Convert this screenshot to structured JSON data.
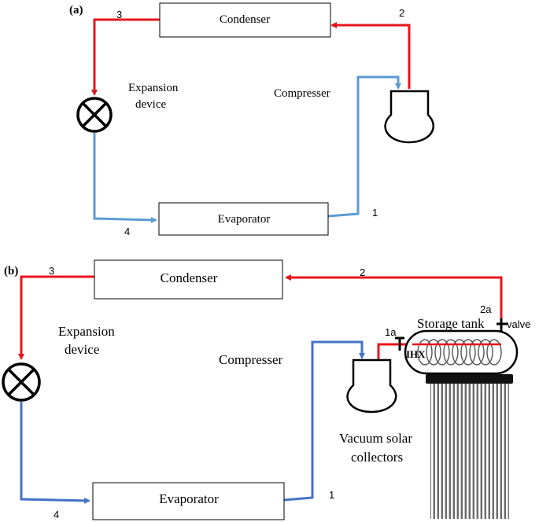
{
  "panel_a": {
    "label": "(a)",
    "condenser": "Condenser",
    "evaporator": "Evaporator",
    "expansion_line1": "Expansion",
    "expansion_line2": "device",
    "compressor": "Compresser",
    "point_1": "1",
    "point_2": "2",
    "point_3": "3",
    "point_4": "4"
  },
  "panel_b": {
    "label": "(b)",
    "condenser": "Condenser",
    "evaporator": "Evaporator",
    "expansion_line1": "Expansion",
    "expansion_line2": "device",
    "compressor": "Compresser",
    "storage_tank": "Storage tank",
    "valve": "valve",
    "ihx": "IHX",
    "point_1": "1",
    "point_1a": "1a",
    "point_2": "2",
    "point_2a": "2a",
    "point_3": "3",
    "point_4": "4",
    "collectors_line1": "Vacuum solar",
    "collectors_line2": "collectors"
  },
  "colors": {
    "hot_line": "#e8141c",
    "cold_line_a": "#5b9bd5",
    "cold_line_b": "#4472c4",
    "outline": "#000000"
  }
}
